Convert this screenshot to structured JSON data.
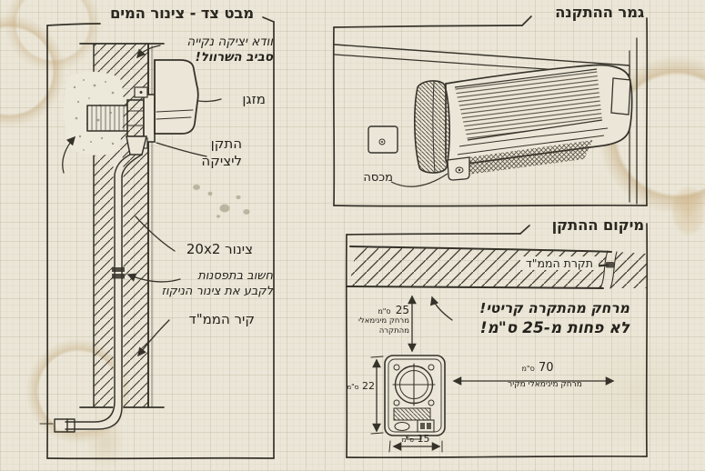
{
  "panels": {
    "side_view": {
      "title": "מבט צד - צינור המים",
      "note_clean": {
        "line1": "וודא יציקה נקייה",
        "line2": "סביב השרוול!"
      },
      "label_ac": "מזגן",
      "label_device": {
        "line1": "התקן",
        "line2": "ליציקה"
      },
      "label_pipe": "צינור 20x2",
      "note_fasten": {
        "line1": "חשוב בתפסנות",
        "line2": "לקבע את צינור הניקוז"
      },
      "label_wall": "קיר הממ\"ד"
    },
    "installation_done": {
      "title": "גמר ההתקנה",
      "label_cover": "מכסה"
    },
    "device_location": {
      "title": "מיקום ההתקן",
      "label_ceiling": "תקרת הממ\"ד",
      "dim_ceiling": {
        "value": "25",
        "unit": "ס\"מ",
        "line1": "מרחק מינימאלי",
        "line2": "מהתקרה"
      },
      "note_critical": {
        "line1": "מרחק מהתקרה קריטי!",
        "line2": "לא פחות מ-25 ס\"מ!"
      },
      "dim_height": {
        "value": "22",
        "unit": "ס\"מ"
      },
      "dim_width": {
        "value": "15",
        "unit": "ס\"מ"
      },
      "dim_wall": {
        "value": "70",
        "unit": "ס\"מ",
        "label": "מרחק מינימאלי מקיר"
      }
    }
  },
  "colors": {
    "paper": "#ebe6d7",
    "ink": "#35322a",
    "stain": "#b08c4a"
  }
}
